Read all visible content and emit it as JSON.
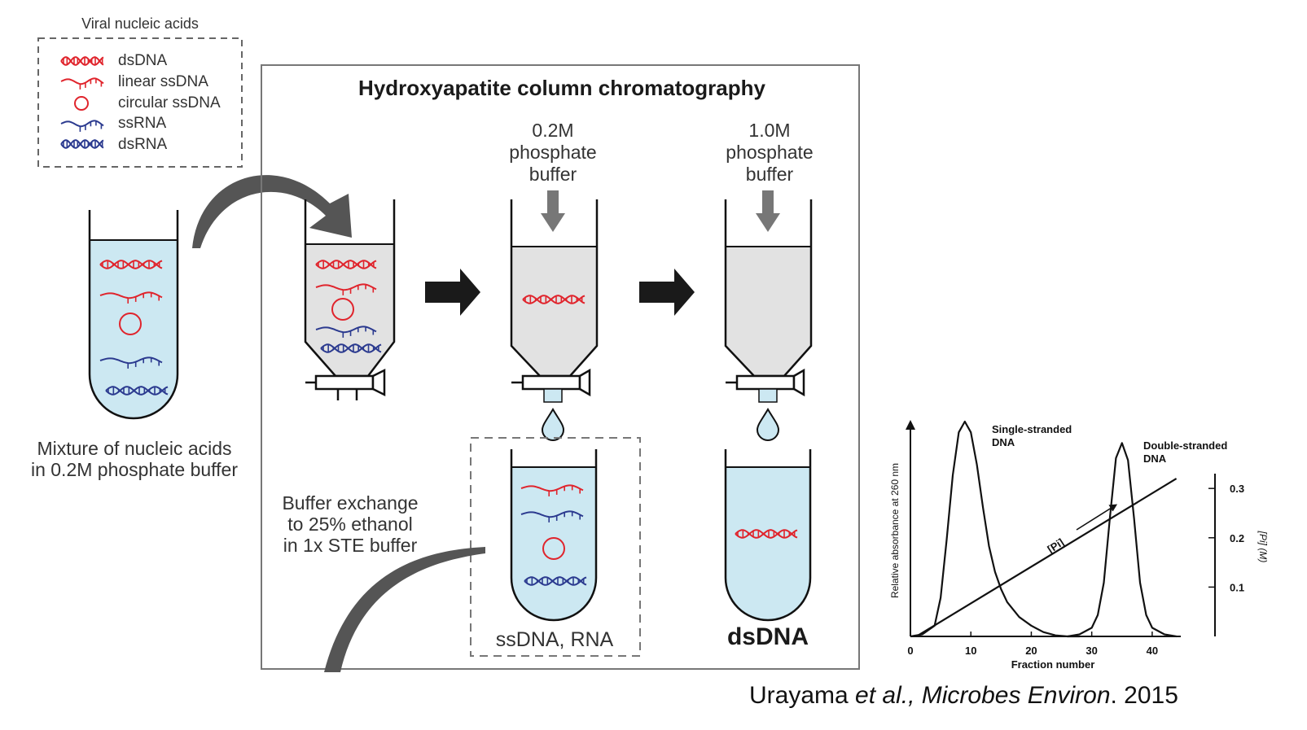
{
  "legend": {
    "title": "Viral nucleic acids",
    "items": [
      {
        "label": "dsDNA",
        "icon": "red-dsdna-helix-icon",
        "color": "#e0242c"
      },
      {
        "label": "linear ssDNA",
        "icon": "red-ssdna-strand-icon",
        "color": "#e0242c"
      },
      {
        "label": "circular ssDNA",
        "icon": "red-circle-icon",
        "color": "#e0242c"
      },
      {
        "label": "ssRNA",
        "icon": "blue-ssrna-strand-icon",
        "color": "#2b3a8f"
      },
      {
        "label": "dsRNA",
        "icon": "blue-dsrna-helix-icon",
        "color": "#2b3a8f"
      }
    ]
  },
  "panel_title": "Hydroxyapatite column chromatography",
  "mixture_caption": [
    "Mixture of nucleic acids",
    "in 0.2M phosphate buffer"
  ],
  "buffer_02": [
    "0.2M",
    "phosphate",
    "buffer"
  ],
  "buffer_10": [
    "1.0M",
    "phosphate",
    "buffer"
  ],
  "exchange_caption": [
    "Buffer exchange",
    "to 25% ethanol",
    "in 1x STE buffer"
  ],
  "fraction_ss_label": "ssDNA, RNA",
  "fraction_ds_label": "dsDNA",
  "colors": {
    "liquid": "#cce8f2",
    "column_fill": "#e2e2e2",
    "arrow_dark": "#1a1a1a",
    "arrow_grey": "#777777",
    "curve_arrow": "#555555"
  },
  "chart_data": {
    "type": "line",
    "xlabel": "Fraction number",
    "ylabel": "Relative absorbance at 260 nm",
    "y2label": "[Pi] (M)",
    "xticks": [
      "0",
      "10",
      "20",
      "30",
      "40"
    ],
    "y2ticks": [
      "0.1",
      "0.2",
      "0.3"
    ],
    "xlim": [
      0,
      45
    ],
    "y2lim": [
      0,
      0.33
    ],
    "annotations": [
      "Single-stranded",
      "DNA",
      "Double-stranded",
      "DNA",
      "[Pi]"
    ],
    "series": [
      {
        "name": "Single-stranded DNA",
        "x": [
          0,
          2,
          4,
          5,
          6,
          7,
          8,
          9,
          10,
          11,
          12,
          13,
          14,
          15,
          16,
          18,
          20,
          22,
          24,
          26,
          28
        ],
        "y": [
          0,
          0.01,
          0.05,
          0.18,
          0.45,
          0.75,
          0.95,
          1.0,
          0.95,
          0.8,
          0.6,
          0.42,
          0.3,
          0.22,
          0.16,
          0.09,
          0.05,
          0.02,
          0.005,
          0,
          0
        ]
      },
      {
        "name": "Double-stranded DNA",
        "x": [
          26,
          28,
          30,
          31,
          32,
          33,
          34,
          35,
          36,
          37,
          38,
          39,
          40,
          42,
          44
        ],
        "y": [
          0,
          0.01,
          0.04,
          0.1,
          0.25,
          0.55,
          0.83,
          0.9,
          0.82,
          0.55,
          0.25,
          0.1,
          0.04,
          0.01,
          0
        ]
      },
      {
        "name": "[Pi]",
        "x": [
          1,
          44
        ],
        "y2": [
          0,
          0.32
        ]
      }
    ]
  },
  "citation": {
    "prefix": "Urayama ",
    "italic": "et al., Microbes Environ",
    "suffix": ". 2015"
  }
}
